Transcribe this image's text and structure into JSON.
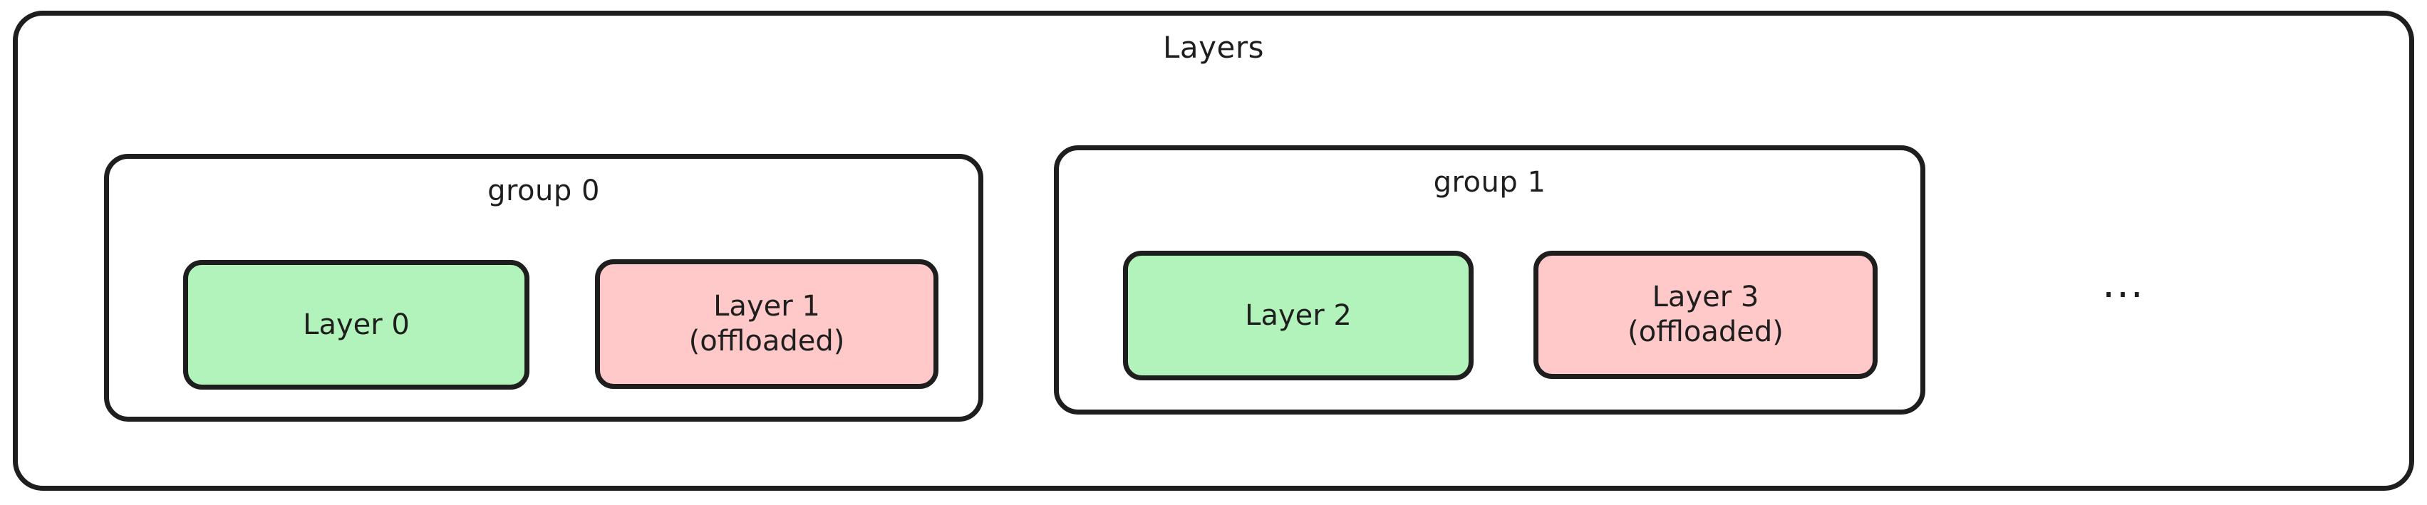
{
  "diagram": {
    "title": "Layers",
    "ellipsis": "...",
    "colors": {
      "stroke": "#1e1e1e",
      "background": "#ffffff",
      "resident_fill": "#b2f2bb",
      "offloaded_fill": "#ffc9c9"
    },
    "groups": [
      {
        "label": "group 0",
        "nodes": [
          {
            "label": "Layer 0",
            "state": "resident",
            "fill": "#b2f2bb"
          },
          {
            "label": "Layer 1\n(offloaded)",
            "state": "offloaded",
            "fill": "#ffc9c9"
          }
        ]
      },
      {
        "label": "group 1",
        "nodes": [
          {
            "label": "Layer 2",
            "state": "resident",
            "fill": "#b2f2bb"
          },
          {
            "label": "Layer 3\n(offloaded)",
            "state": "offloaded",
            "fill": "#ffc9c9"
          }
        ]
      }
    ]
  }
}
